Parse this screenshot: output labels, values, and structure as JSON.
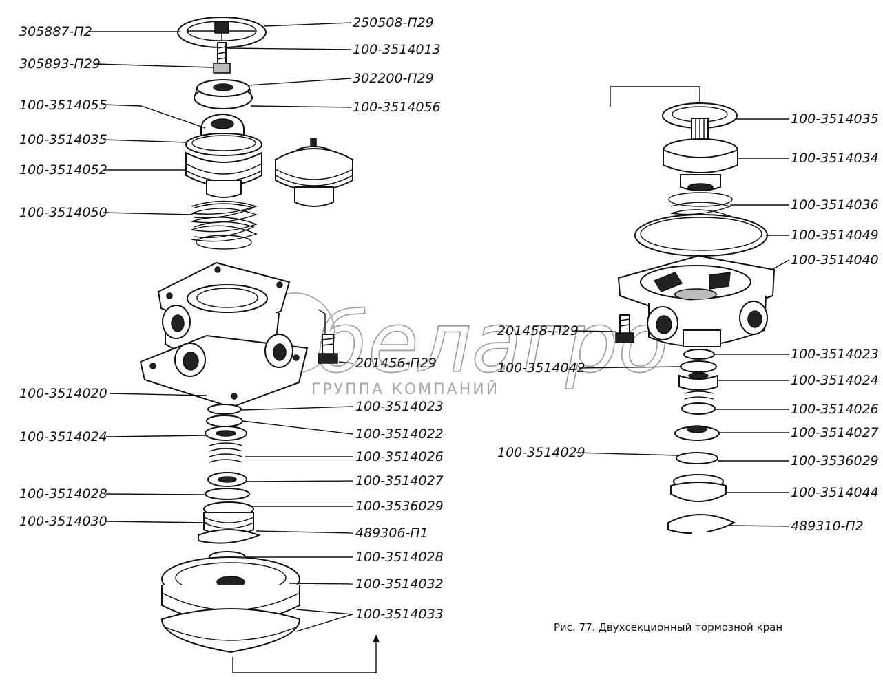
{
  "watermark": {
    "brand": "белагро",
    "subtitle": "ГРУППА КОМПАНИЙ"
  },
  "caption": "Рис. 77. Двухсекционный тормозной кран",
  "left_assembly": {
    "labels_left": [
      "305887-П2",
      "305893-П29",
      "100-3514055",
      "100-3514035",
      "100-3514052",
      "100-3514050",
      "100-3514020",
      "100-3514024",
      "100-3514028",
      "100-3514030"
    ],
    "labels_right": [
      "250508-П29",
      "100-3514013",
      "302200-П29",
      "100-3514056",
      "201456-П29",
      "100-3514023",
      "100-3514022",
      "100-3514026",
      "100-3514027",
      "100-3536029",
      "489306-П1",
      "100-3514028",
      "100-3514032",
      "100-3514033"
    ]
  },
  "right_assembly": {
    "labels_left": [
      "201458-П29",
      "100-3514042",
      "100-3514029"
    ],
    "labels_right": [
      "100-3514035",
      "100-3514034",
      "100-3514036",
      "100-3514049",
      "100-3514040",
      "100-3514023",
      "100-3514024",
      "100-3514026",
      "100-3514027",
      "100-3536029",
      "100-3514044",
      "489310-П2"
    ]
  }
}
